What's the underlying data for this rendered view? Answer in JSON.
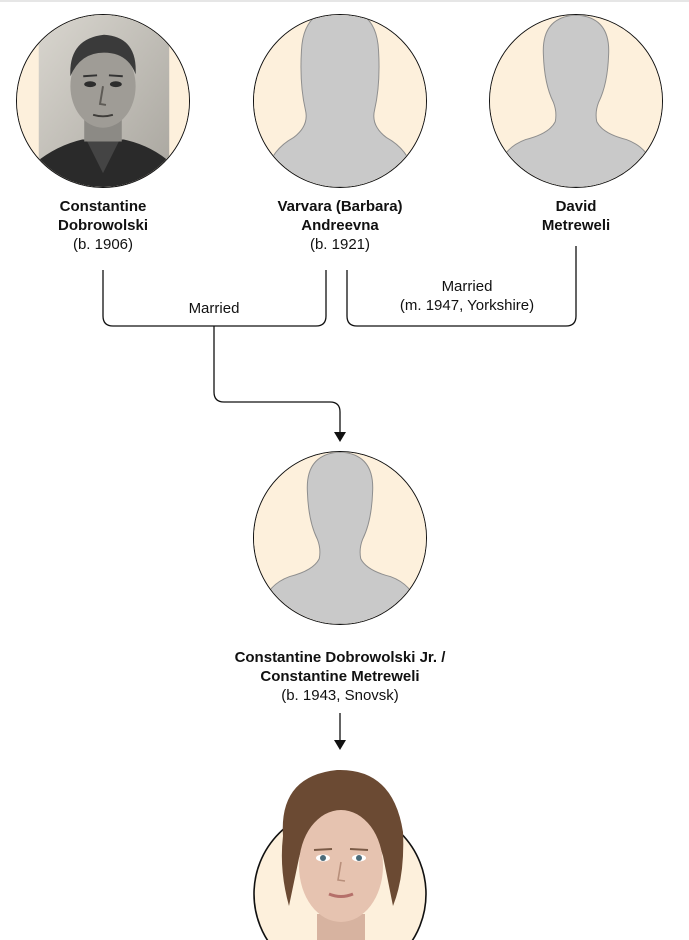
{
  "colors": {
    "portrait_bg": "#fdf0dc",
    "silhouette": "#c9c9c9",
    "outline": "#111111"
  },
  "people": {
    "constantine_sr": {
      "name_line1": "Constantine",
      "name_line2": "Dobrowolski",
      "detail": "(b. 1906)",
      "image": "archival-photo-man"
    },
    "varvara": {
      "name_line1": "Varvara (Barbara)",
      "name_line2": "Andreevna",
      "detail": "(b. 1921)",
      "image": "female-silhouette"
    },
    "david": {
      "name_line1": "David",
      "name_line2": "Metreweli",
      "image": "male-silhouette"
    },
    "constantine_jr": {
      "name_line1": "Constantine Dobrowolski Jr. /",
      "name_line2": "Constantine Metreweli",
      "detail": "(b. 1943, Snovsk)",
      "image": "male-silhouette"
    },
    "granddaughter": {
      "image": "photo-woman"
    }
  },
  "relations": {
    "married_1": "Married",
    "married_2": "Married",
    "married_2_detail": "(m. 1947, Yorkshire)"
  }
}
